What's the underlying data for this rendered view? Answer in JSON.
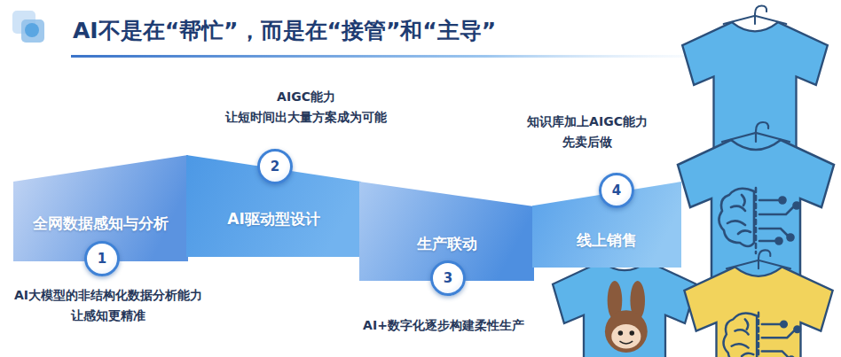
{
  "diagram": {
    "title": "AI不是在“帮忙”，而是在“接管”和“主导”",
    "nodes": [
      {
        "text": [
          "全网数据感知与分析"
        ]
      },
      {
        "text": [
          "1"
        ]
      },
      {
        "text": [
          "AI驱动型设计"
        ]
      },
      {
        "text": [
          "2"
        ]
      },
      {
        "text": [
          "生产联动"
        ]
      },
      {
        "text": [
          "3"
        ]
      },
      {
        "text": [
          "线上销售"
        ]
      },
      {
        "text": [
          "4"
        ]
      }
    ],
    "labels": [
      "AIGC能力 让短时间出大量方案成为可能",
      "AI大模型的非结构化数据分析能力 让感知更精准",
      "AI+数字化逐步构建柔性生产",
      "知识库加上AIGC能力 先卖后做"
    ]
  }
}
